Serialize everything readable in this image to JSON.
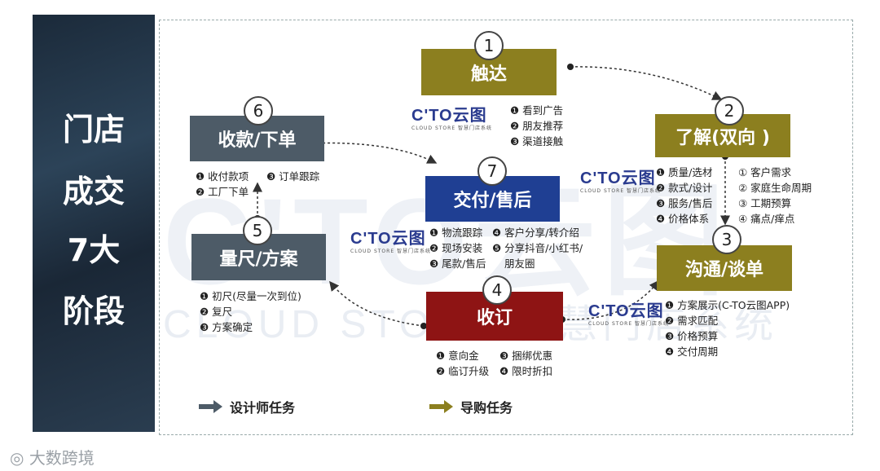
{
  "left_title": [
    "门店",
    "成交",
    "7大",
    "阶段"
  ],
  "watermark": {
    "big": "C'TO云图",
    "small": "CLOUD STORE 智慧门店系统"
  },
  "logo": {
    "text": "C'TO云图",
    "sub": "CLOUD STORE 智慧门店系统"
  },
  "stages": {
    "s1": {
      "num": "1",
      "label": "触达",
      "items": [
        "❶ 看到广告",
        "❷ 朋友推荐",
        "❸ 渠道接触"
      ]
    },
    "s2": {
      "num": "2",
      "label": "了解(双向 )",
      "items_left": [
        "❶ 质量/选材",
        "❷ 款式/设计",
        "❸ 服务/售后",
        "❹ 价格体系"
      ],
      "items_right": [
        "①  客户需求",
        "②  家庭生命周期",
        "③  工期预算",
        "④  痛点/痒点"
      ]
    },
    "s3": {
      "num": "3",
      "label": "沟通/谈单",
      "items": [
        "❶ 方案展示(C-TO云图APP)",
        "❷ 需求匹配",
        "❸ 价格预算",
        "❹ 交付周期"
      ]
    },
    "s4": {
      "num": "4",
      "label": "收订",
      "items_left": [
        "❶ 意向金",
        "❷ 临订升级"
      ],
      "items_right": [
        "❸ 捆绑优惠",
        "❹ 限时折扣"
      ]
    },
    "s5": {
      "num": "5",
      "label": "量尺/方案",
      "items": [
        "❶ 初尺(尽量一次到位)",
        "❷ 复尺",
        "❸ 方案确定"
      ]
    },
    "s6": {
      "num": "6",
      "label": "收款/下单",
      "items_left": [
        "❶ 收付款项",
        "❷ 工厂下单"
      ],
      "items_right": [
        "❸ 订单跟踪"
      ]
    },
    "s7": {
      "num": "7",
      "label": "交付/售后",
      "items_left": [
        "❶ 物流跟踪",
        "❷ 现场安装",
        "❸ 尾款/售后"
      ],
      "items_right": [
        "❹ 客户分享/转介绍",
        "❺ 分享抖音/小红书/",
        "朋友圈"
      ]
    }
  },
  "legend": {
    "designer": "设计师任务",
    "guide": "导购任务"
  },
  "colors": {
    "designer": "#4d5b67",
    "guide": "#8c7f1f"
  },
  "footer": "大数跨境"
}
